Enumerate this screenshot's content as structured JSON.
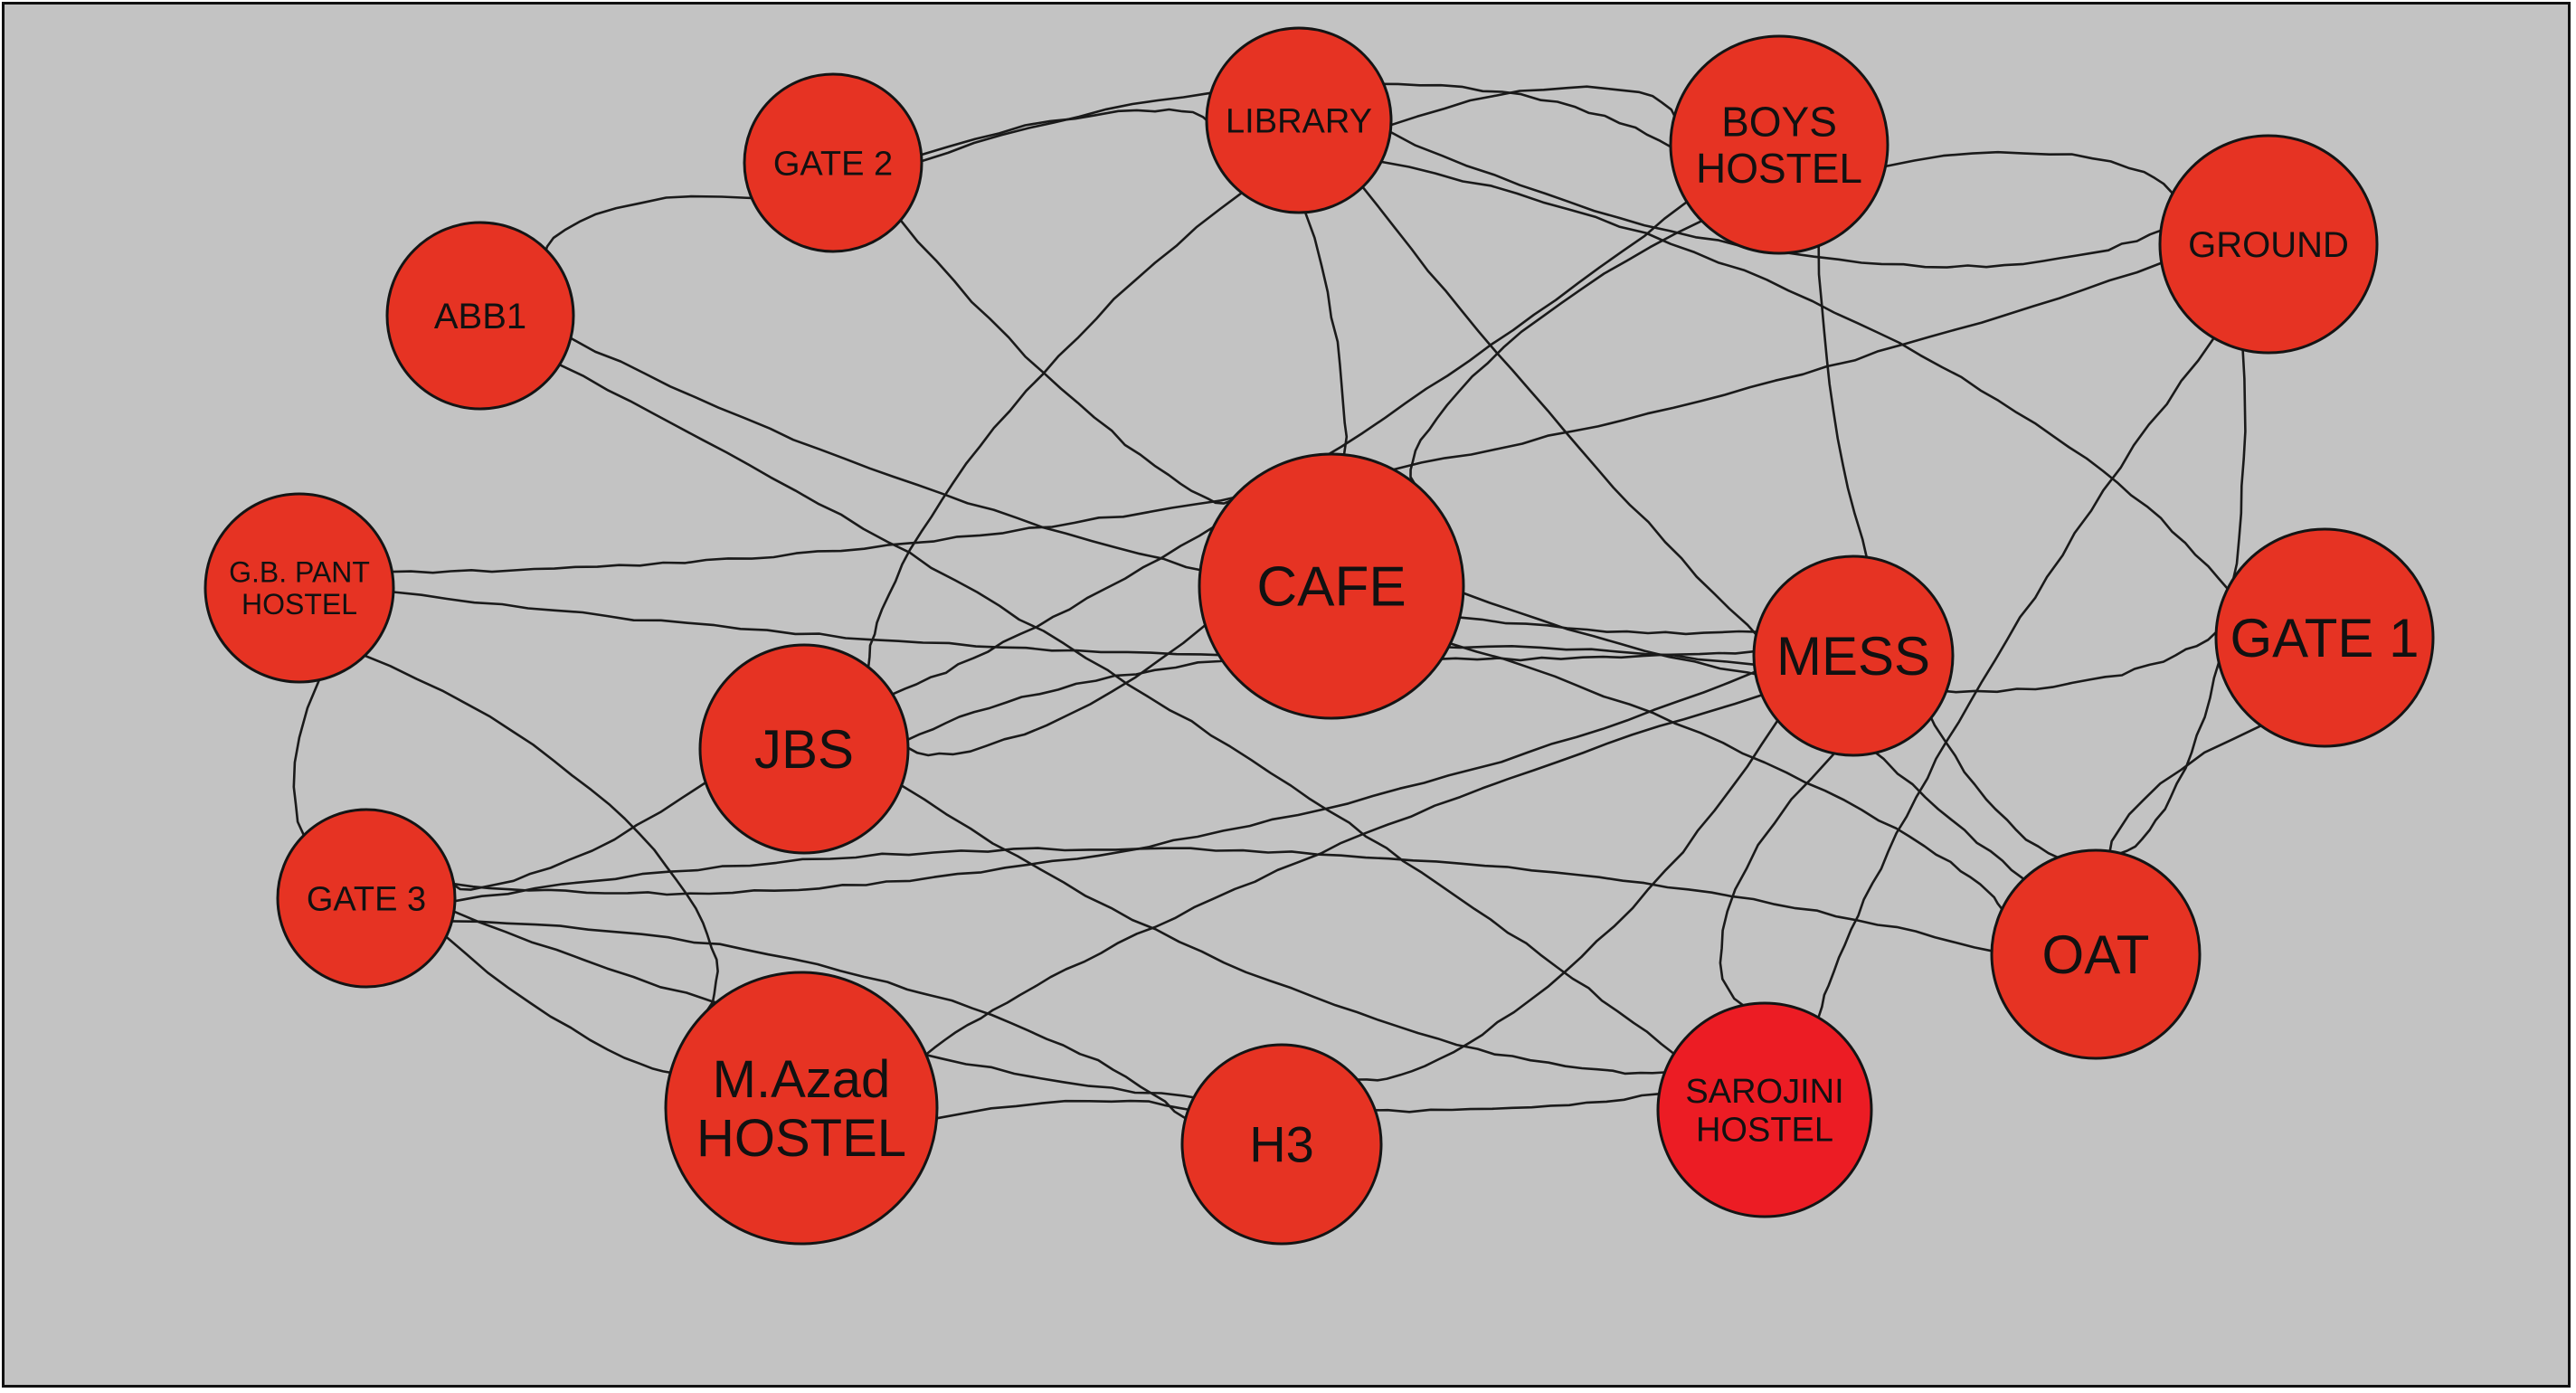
{
  "colors": {
    "background": "#c3c3c3",
    "node_fill": "#e63323",
    "node_fill_highlight": "#ec1c24",
    "edge": "#1a1a1a",
    "text": "#111111"
  },
  "nodes": [
    {
      "id": "library",
      "lines": [
        "LIBRARY"
      ]
    },
    {
      "id": "boys_hostel",
      "lines": [
        "BOYS",
        "HOSTEL"
      ]
    },
    {
      "id": "gate2",
      "lines": [
        "GATE 2"
      ]
    },
    {
      "id": "ground",
      "lines": [
        "GROUND"
      ]
    },
    {
      "id": "abb1",
      "lines": [
        "ABB1"
      ]
    },
    {
      "id": "gb_pant",
      "lines": [
        "G.B. PANT",
        "HOSTEL"
      ]
    },
    {
      "id": "cafe",
      "lines": [
        "CAFE"
      ]
    },
    {
      "id": "mess",
      "lines": [
        "MESS"
      ]
    },
    {
      "id": "gate1",
      "lines": [
        "GATE 1"
      ]
    },
    {
      "id": "jbs",
      "lines": [
        "JBS"
      ]
    },
    {
      "id": "gate3",
      "lines": [
        "GATE 3"
      ]
    },
    {
      "id": "oat",
      "lines": [
        "OAT"
      ]
    },
    {
      "id": "mazad",
      "lines": [
        "M.Azad",
        "HOSTEL"
      ]
    },
    {
      "id": "h3",
      "lines": [
        "H3"
      ]
    },
    {
      "id": "sarojini",
      "lines": [
        "SAROJINI",
        "HOSTEL"
      ]
    }
  ],
  "edges": [
    [
      "gate2",
      "library"
    ],
    [
      "gate2",
      "abb1"
    ],
    [
      "gate2",
      "boys_hostel"
    ],
    [
      "gate2",
      "cafe"
    ],
    [
      "library",
      "boys_hostel"
    ],
    [
      "library",
      "ground"
    ],
    [
      "library",
      "cafe"
    ],
    [
      "library",
      "jbs"
    ],
    [
      "library",
      "gate1"
    ],
    [
      "library",
      "oat"
    ],
    [
      "boys_hostel",
      "ground"
    ],
    [
      "boys_hostel",
      "oat"
    ],
    [
      "boys_hostel",
      "jbs"
    ],
    [
      "boys_hostel",
      "cafe"
    ],
    [
      "ground",
      "gb_pant"
    ],
    [
      "ground",
      "sarojini"
    ],
    [
      "ground",
      "oat"
    ],
    [
      "abb1",
      "mess"
    ],
    [
      "abb1",
      "sarojini"
    ],
    [
      "gb_pant",
      "gate3"
    ],
    [
      "gb_pant",
      "mazad"
    ],
    [
      "gb_pant",
      "mess"
    ],
    [
      "cafe",
      "jbs"
    ],
    [
      "cafe",
      "gate1"
    ],
    [
      "cafe",
      "oat"
    ],
    [
      "mess",
      "jbs"
    ],
    [
      "mess",
      "gate3"
    ],
    [
      "mess",
      "mazad"
    ],
    [
      "mess",
      "h3"
    ],
    [
      "mess",
      "sarojini"
    ],
    [
      "jbs",
      "gate3"
    ],
    [
      "jbs",
      "sarojini"
    ],
    [
      "gate3",
      "oat"
    ],
    [
      "gate3",
      "mazad"
    ],
    [
      "gate3",
      "h3"
    ],
    [
      "gate3",
      "sarojini"
    ],
    [
      "mazad",
      "h3"
    ],
    [
      "gate1",
      "oat"
    ]
  ]
}
